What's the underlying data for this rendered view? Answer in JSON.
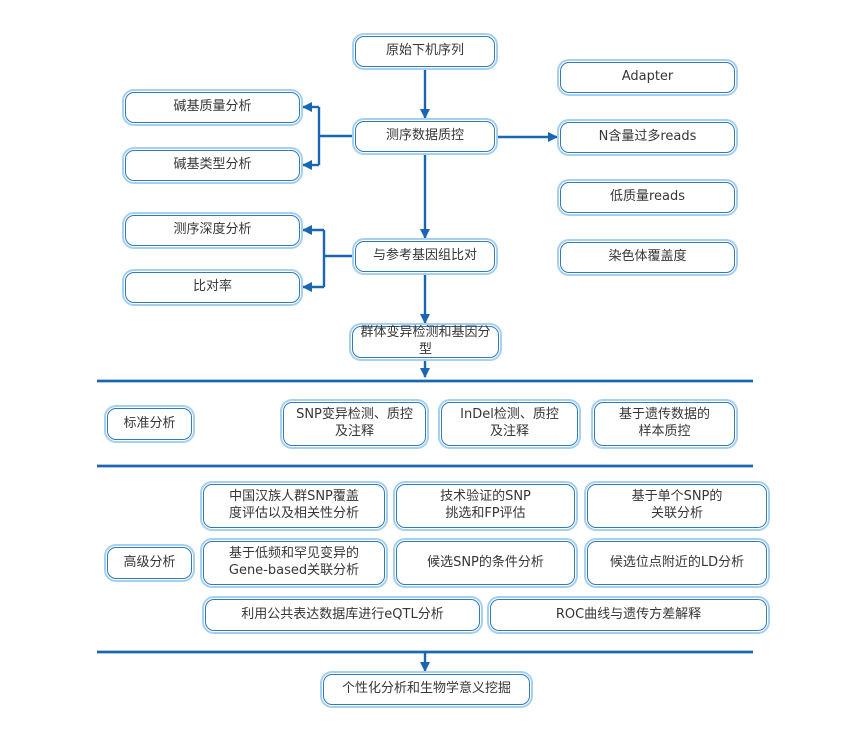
{
  "colors": {
    "connector_blue": "#1B66B1",
    "box_border_blue": "#2F7ABF",
    "box_outer_border_blue": "#A6D0EE",
    "text_color": "#363636",
    "background": "#FFFFFF"
  },
  "nodes": {
    "raw_sequence": "原始下机序列",
    "sequencing_qc": "测序数据质控",
    "base_quality_analysis": "碱基质量分析",
    "base_type_analysis": "碱基类型分析",
    "adapter": "Adapter",
    "high_n_reads": "N含量过多reads",
    "low_quality_reads": "低质量reads",
    "chromosome_coverage": "染色体覆盖度",
    "sequencing_depth_analysis": "测序深度分析",
    "alignment_rate": "比对率",
    "align_to_reference": "与参考基因组比对",
    "population_variant_calling": "群体变异检测和基因分型",
    "personalized_analysis": "个性化分析和生物学意义挖掘"
  },
  "standard_section": {
    "label": "标准分析",
    "items": [
      "SNP变异检测、质控\n及注释",
      "InDel检测、质控\n及注释",
      "基于遗传数据的\n样本质控"
    ]
  },
  "advanced_section": {
    "label": "高级分析",
    "items": [
      "中国汉族人群SNP覆盖\n度评估以及相关性分析",
      "技术验证的SNP\n挑选和FP评估",
      "基于单个SNP的\n关联分析",
      "基于低频和罕见变异的\nGene-based关联分析",
      "候选SNP的条件分析",
      "候选位点附近的LD分析",
      "利用公共表达数据库进行eQTL分析",
      "ROC曲线与遗传方差解释"
    ]
  }
}
